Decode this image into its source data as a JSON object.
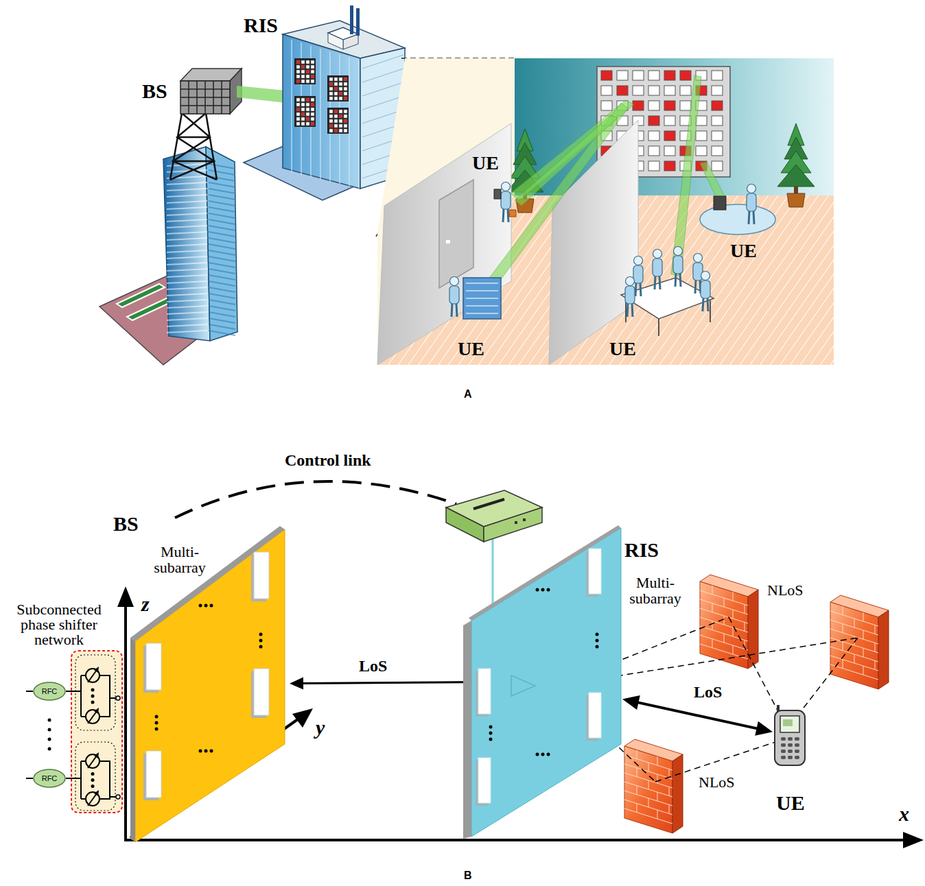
{
  "diagram": {
    "nodes": [
      {
        "text": [
          "BS",
          "Multi-subarray"
        ]
      },
      {
        "text": [
          "Subconnected phase shifter network"
        ]
      },
      {
        "text": [
          "RFC"
        ]
      },
      {
        "text": [
          "RFC"
        ]
      },
      {
        "text": [
          "RIS",
          "Multi-subarray"
        ]
      },
      {
        "text": [
          "UE"
        ]
      }
    ],
    "edges": [
      {
        "from": 2,
        "to": 1,
        "arrow": "none"
      },
      {
        "from": 3,
        "to": 1,
        "arrow": "none"
      },
      {
        "from": 4,
        "to": 0,
        "arrow": "to",
        "label": "LoS"
      },
      {
        "from": 4,
        "to": 5,
        "arrow": "both",
        "label": "LoS"
      }
    ],
    "labels": [
      "BS",
      "RIS",
      "UE",
      "UE",
      "UE",
      "UE",
      "A",
      "Control link",
      "z",
      "y",
      "x",
      "NLoS",
      "NLoS",
      "B"
    ]
  }
}
